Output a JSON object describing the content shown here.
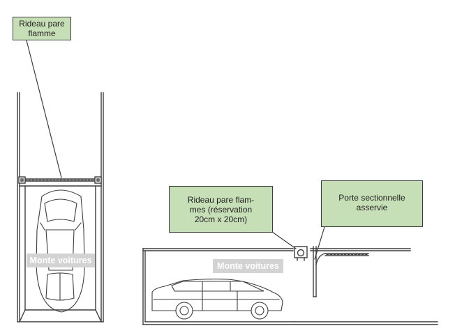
{
  "callouts": {
    "curtain_top": {
      "lines": [
        "Rideau pare",
        "flamme"
      ]
    },
    "curtain_side": {
      "lines": [
        "Rideau pare flam-",
        "mes (réservation",
        "20cm x 20cm)"
      ]
    },
    "sectional_door": {
      "lines": [
        "Porte sectionnelle",
        "asservie"
      ]
    }
  },
  "labels": {
    "lift_top": "Monte voitures",
    "lift_side": "Monte voitures"
  },
  "colors": {
    "callout_fill": "#c7dfb6",
    "tag_fill": "#d3d3d3",
    "line": "#3d3d3d"
  }
}
